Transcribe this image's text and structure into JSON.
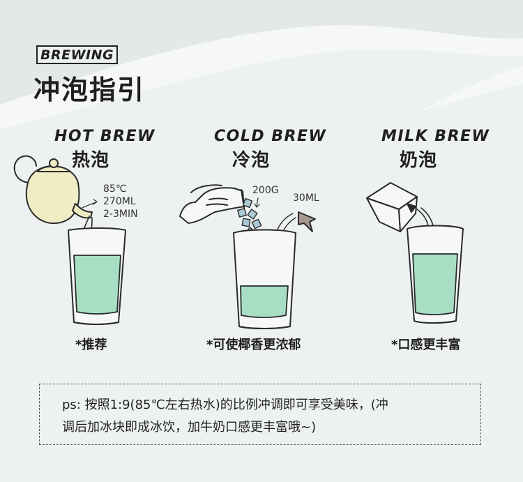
{
  "header": {
    "badge": "BREWING",
    "title": "冲泡指引"
  },
  "columns": [
    {
      "en": "HOT BREW",
      "cn": "热泡",
      "params": [
        "85℃",
        "270ML",
        "2-3MIN"
      ],
      "note": "*推荐"
    },
    {
      "en": "COLD BREW",
      "cn": "冷泡",
      "params": [
        "200G",
        "30ML"
      ],
      "note": "*可使椰香更浓郁"
    },
    {
      "en": "MILK BREW",
      "cn": "奶泡",
      "params": [],
      "note": "*口感更丰富"
    }
  ],
  "footer": {
    "line1": "ps: 按照1:9(85℃左右热水)的比例冲调即可享受美味，(冲",
    "line2": "调后加冰块即成冰饮，加牛奶口感更丰富哦~)"
  },
  "colors": {
    "background": "#eef1f1",
    "liquid": "#a8dfc4",
    "teapot": "#f0ecc4",
    "ice": "#aac9d6"
  }
}
